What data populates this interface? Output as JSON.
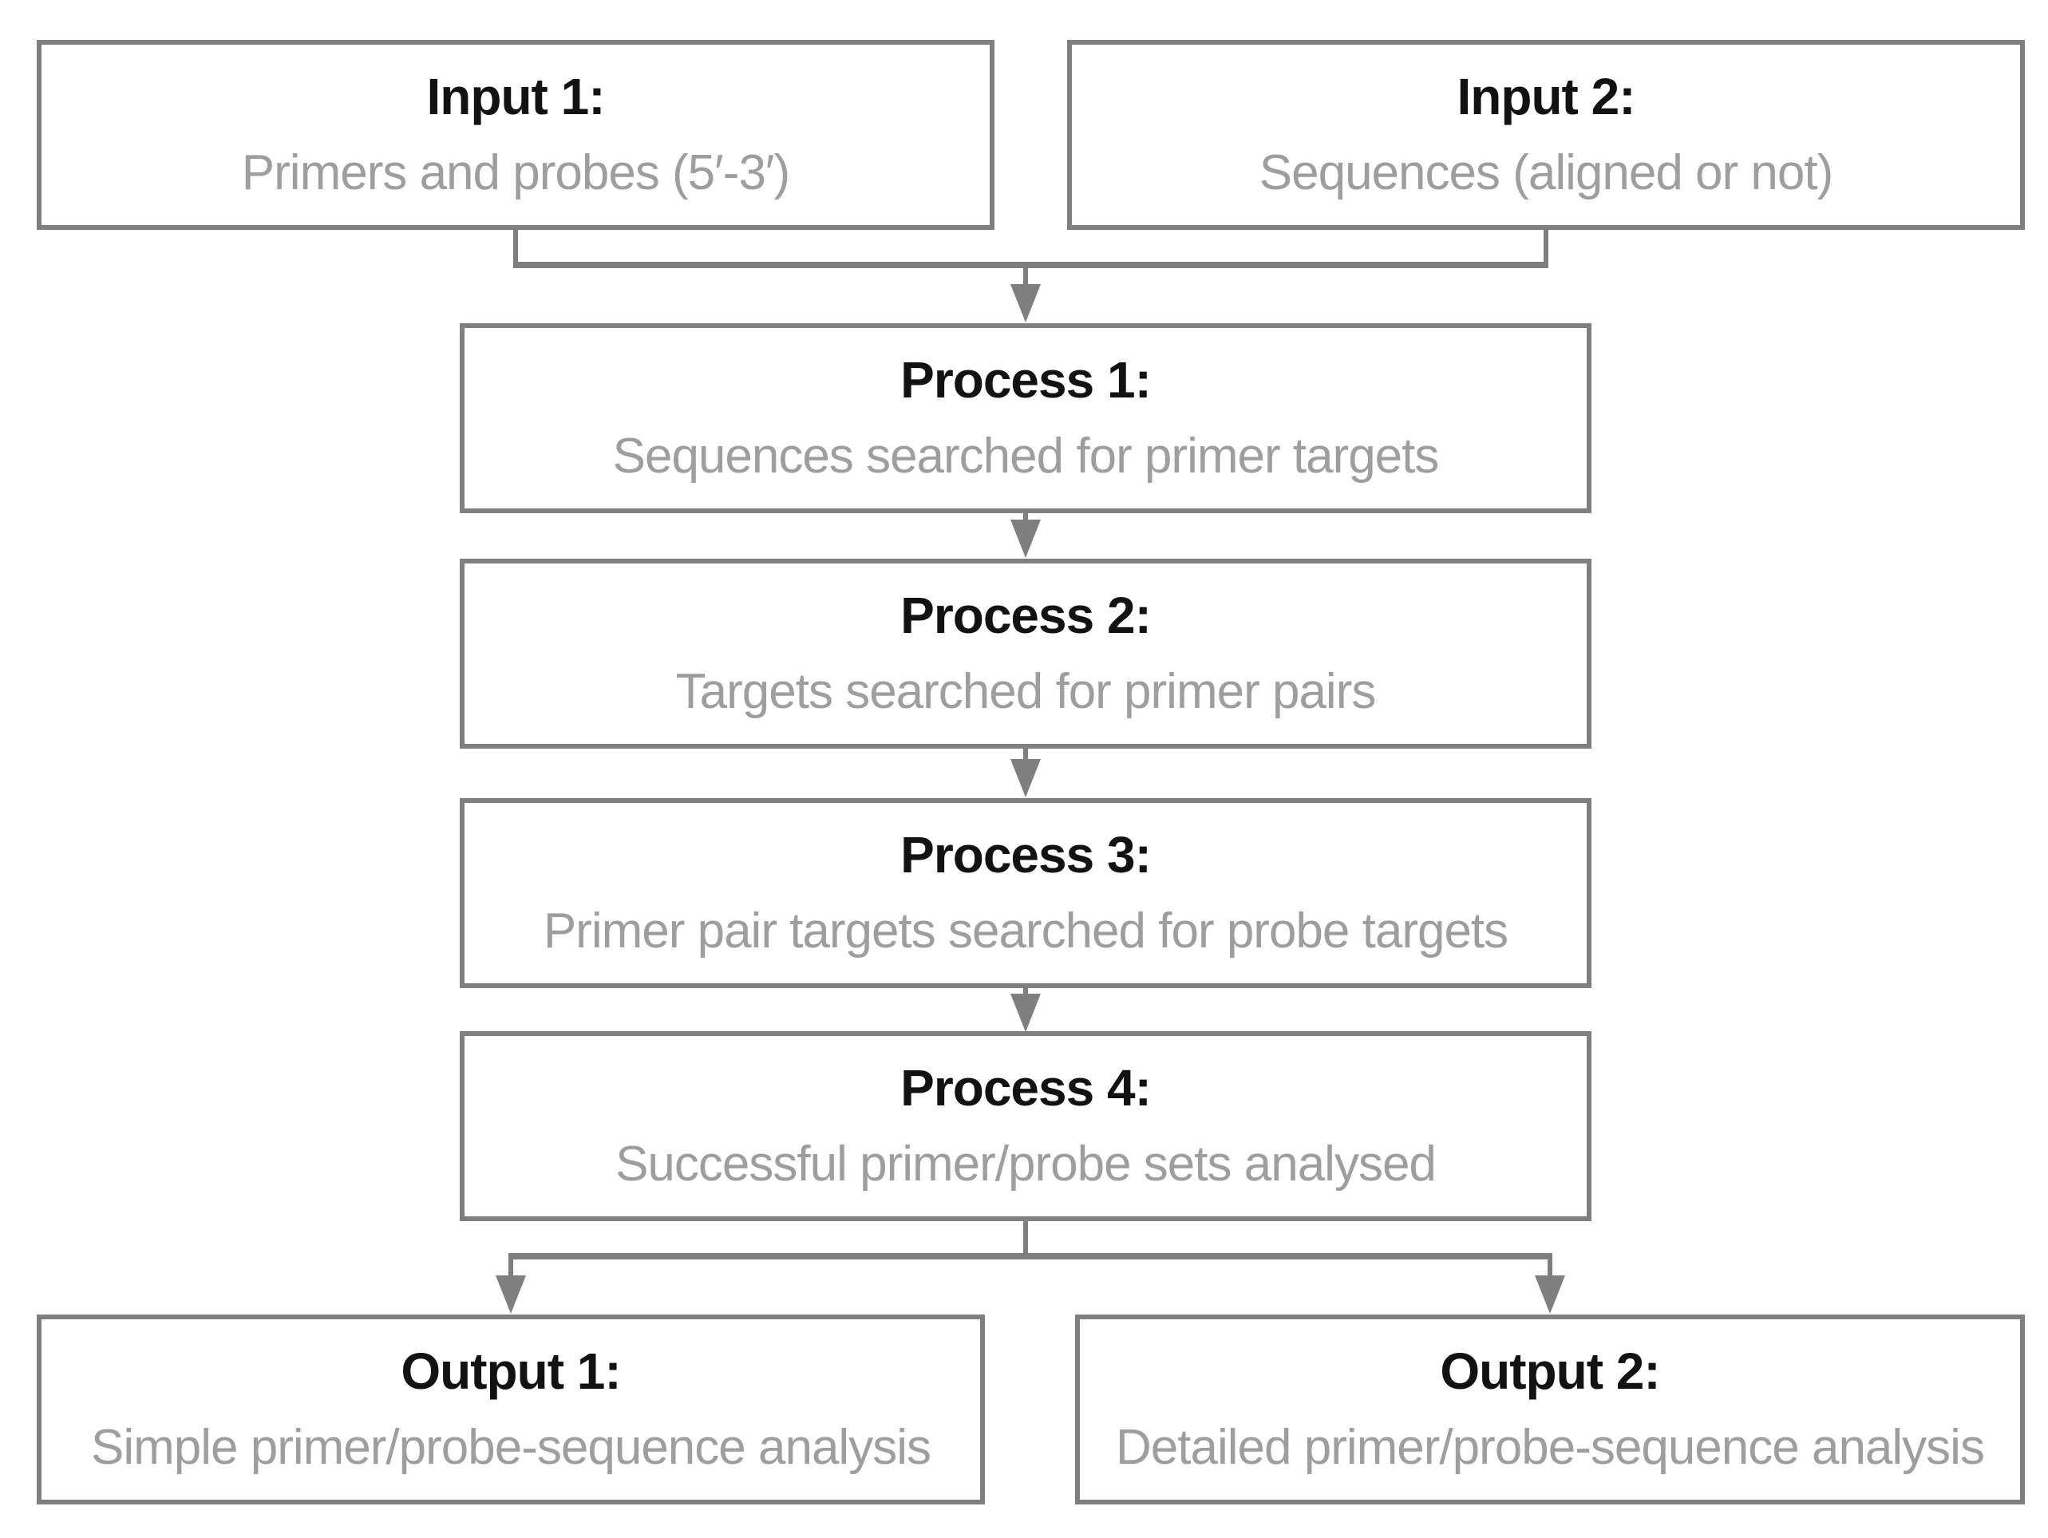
{
  "diagram": {
    "nodes": {
      "input1": {
        "title": "Input 1:",
        "subtitle": "Primers and probes (5′-3′)"
      },
      "input2": {
        "title": "Input 2:",
        "subtitle": "Sequences (aligned or not)"
      },
      "process1": {
        "title": "Process 1:",
        "subtitle": "Sequences searched for primer targets"
      },
      "process2": {
        "title": "Process 2:",
        "subtitle": "Targets searched for primer pairs"
      },
      "process3": {
        "title": "Process 3:",
        "subtitle": "Primer pair targets searched for probe targets"
      },
      "process4": {
        "title": "Process 4:",
        "subtitle": "Successful primer/probe sets analysed"
      },
      "output1": {
        "title": "Output 1:",
        "subtitle": "Simple primer/probe-sequence analysis"
      },
      "output2": {
        "title": "Output 2:",
        "subtitle": "Detailed primer/probe-sequence analysis"
      }
    },
    "colors": {
      "border": "#7f7f7f",
      "line": "#7f7f7f",
      "title_text": "#121212",
      "subtitle_text": "#9e9e9e",
      "background": "#ffffff"
    }
  }
}
